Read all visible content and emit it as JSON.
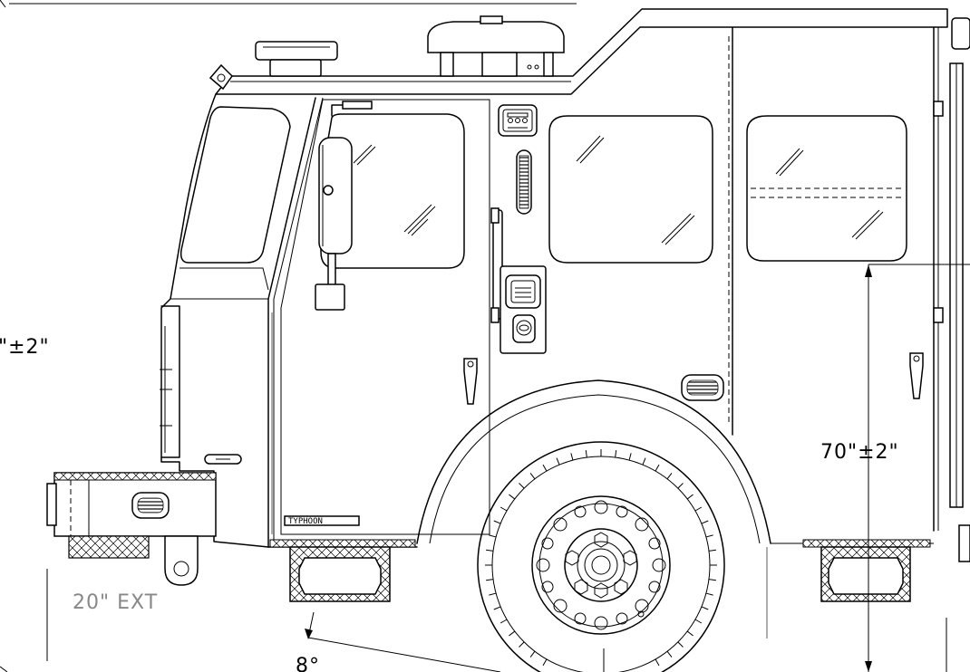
{
  "dimensions": {
    "cab_height_left": "\"±2\"",
    "cab_height_right": "70\"±2\"",
    "bumper_extension": "20\" EXT",
    "angle": "8°"
  },
  "badge": {
    "nameplate": "TYPHOON"
  }
}
